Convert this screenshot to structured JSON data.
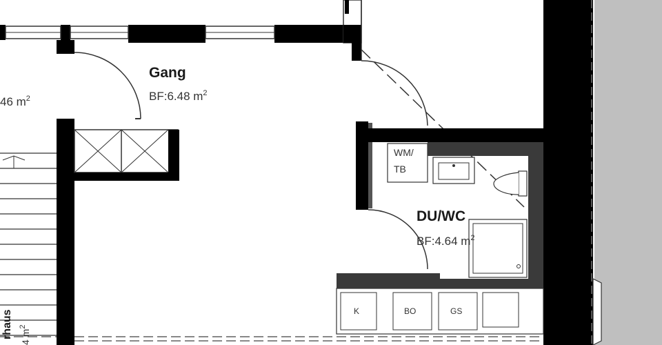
{
  "colors": {
    "wall": "#000000",
    "inner_wall": "#3a3a3a",
    "neighbor": "#bfbfbf",
    "line": "#333333",
    "paper": "#ffffff"
  },
  "rooms": {
    "gang": {
      "name": "Gang",
      "area_prefix": "BF:6.48 m",
      "area_unit_sup": "2"
    },
    "left_room": {
      "area_partial": "46 m",
      "area_unit_sup": "2"
    },
    "duwc": {
      "name": "DU/WC",
      "area_prefix": "BF:4.64 m",
      "area_unit_sup": "2"
    },
    "stair": {
      "label_partial": "rhaus",
      "area_partial": "4 m",
      "area_unit_sup": "2"
    }
  },
  "fixtures": {
    "wm_line1": "WM/",
    "wm_line2": "TB",
    "kitchen_k": "K",
    "kitchen_bo": "BO",
    "kitchen_gs": "GS"
  }
}
